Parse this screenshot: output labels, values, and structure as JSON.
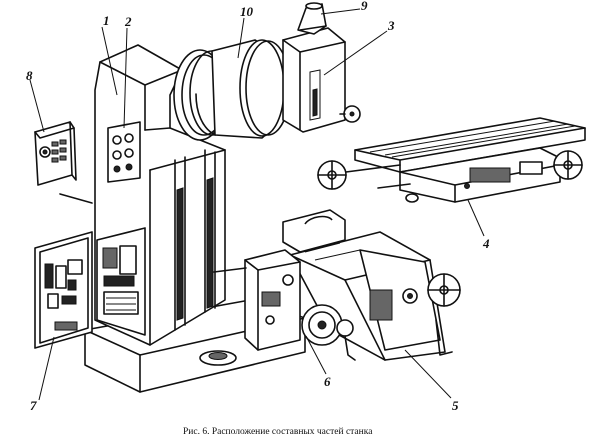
{
  "callouts": {
    "c1": "1",
    "c2": "2",
    "c3": "3",
    "c4": "4",
    "c5": "5",
    "c6": "6",
    "c7": "7",
    "c8": "8",
    "c9": "9",
    "c10": "10"
  },
  "caption": "Рис. 6. Расположение составных частей станка"
}
